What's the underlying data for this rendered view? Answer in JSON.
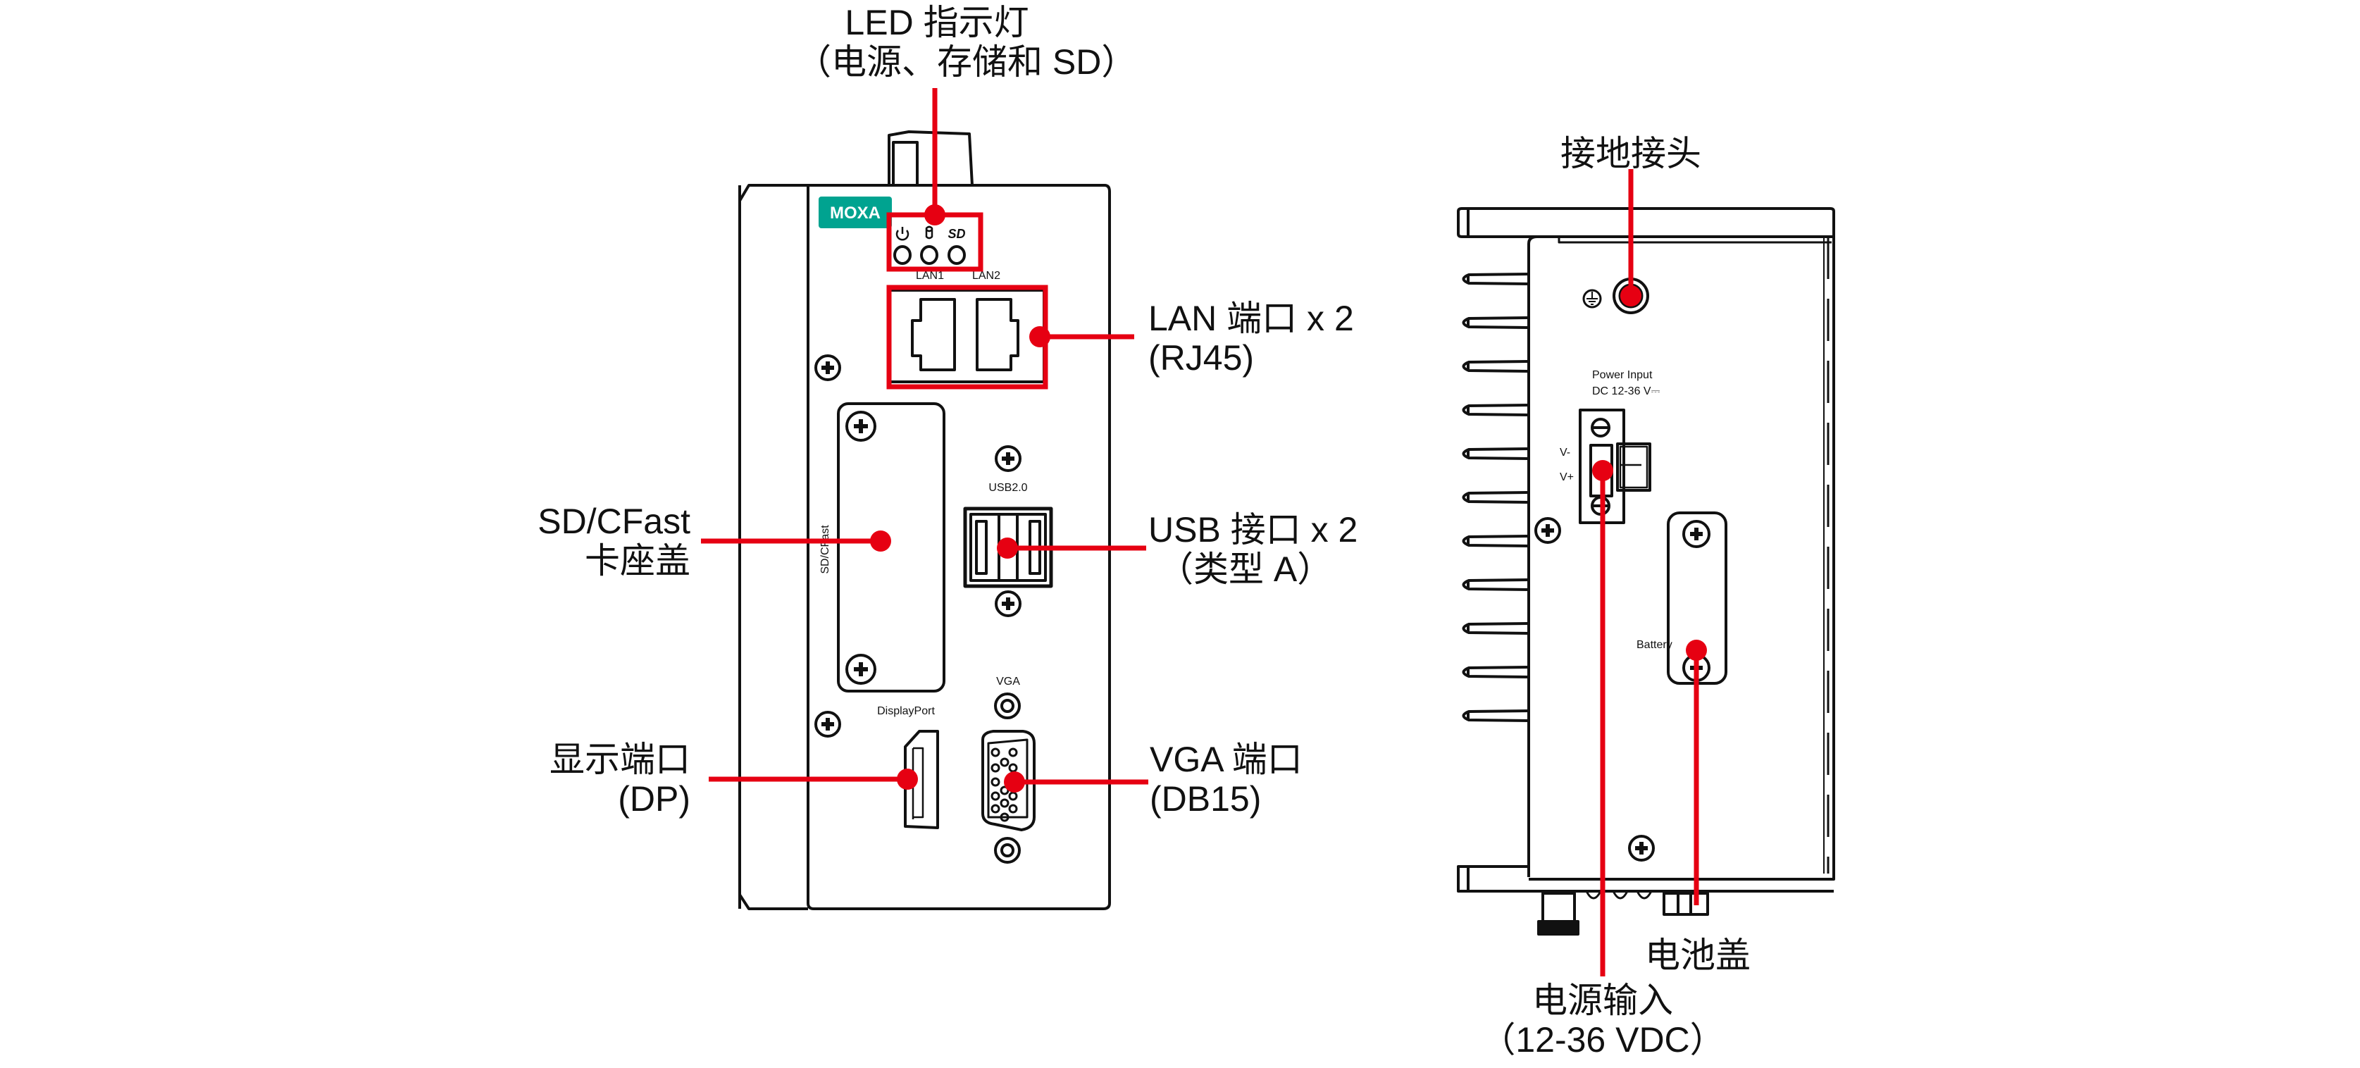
{
  "diagram": {
    "accent_color": "#e60012",
    "logo_color": "#00a390",
    "front_view": {
      "logo_text": "MOXA",
      "led_icons": [
        "power-icon",
        "storage-icon",
        "sd-icon"
      ],
      "lan_labels": [
        "LAN1",
        "LAN2"
      ],
      "usb_label": "USB2.0",
      "vga_label": "VGA",
      "displayport_label": "DisplayPort",
      "sd_slot_label": "SD/CFast"
    },
    "side_view": {
      "power_label_line1": "Power Input",
      "power_label_line2": "DC 12-36 V⎓",
      "vminus": "V-",
      "vplus": "V+",
      "battery_label": "Battery",
      "ground_icon": "ground-icon"
    },
    "callouts": {
      "led": {
        "line1": "LED 指示灯",
        "line2": "（电源、存储和 SD）"
      },
      "lan": {
        "line1": "LAN 端口 x 2",
        "line2": "(RJ45)"
      },
      "sd": {
        "line1": "SD/CFast",
        "line2": "卡座盖"
      },
      "usb": {
        "line1": "USB 接口 x 2",
        "line2": "（类型 A）"
      },
      "dp": {
        "line1": "显示端口",
        "line2": "(DP)"
      },
      "vga": {
        "line1": "VGA 端口",
        "line2": "(DB15)"
      },
      "ground": {
        "line1": "接地接头"
      },
      "power": {
        "line1": "电源输入",
        "line2": "（12-36 VDC）"
      },
      "battery": {
        "line1": "电池盖"
      }
    }
  }
}
